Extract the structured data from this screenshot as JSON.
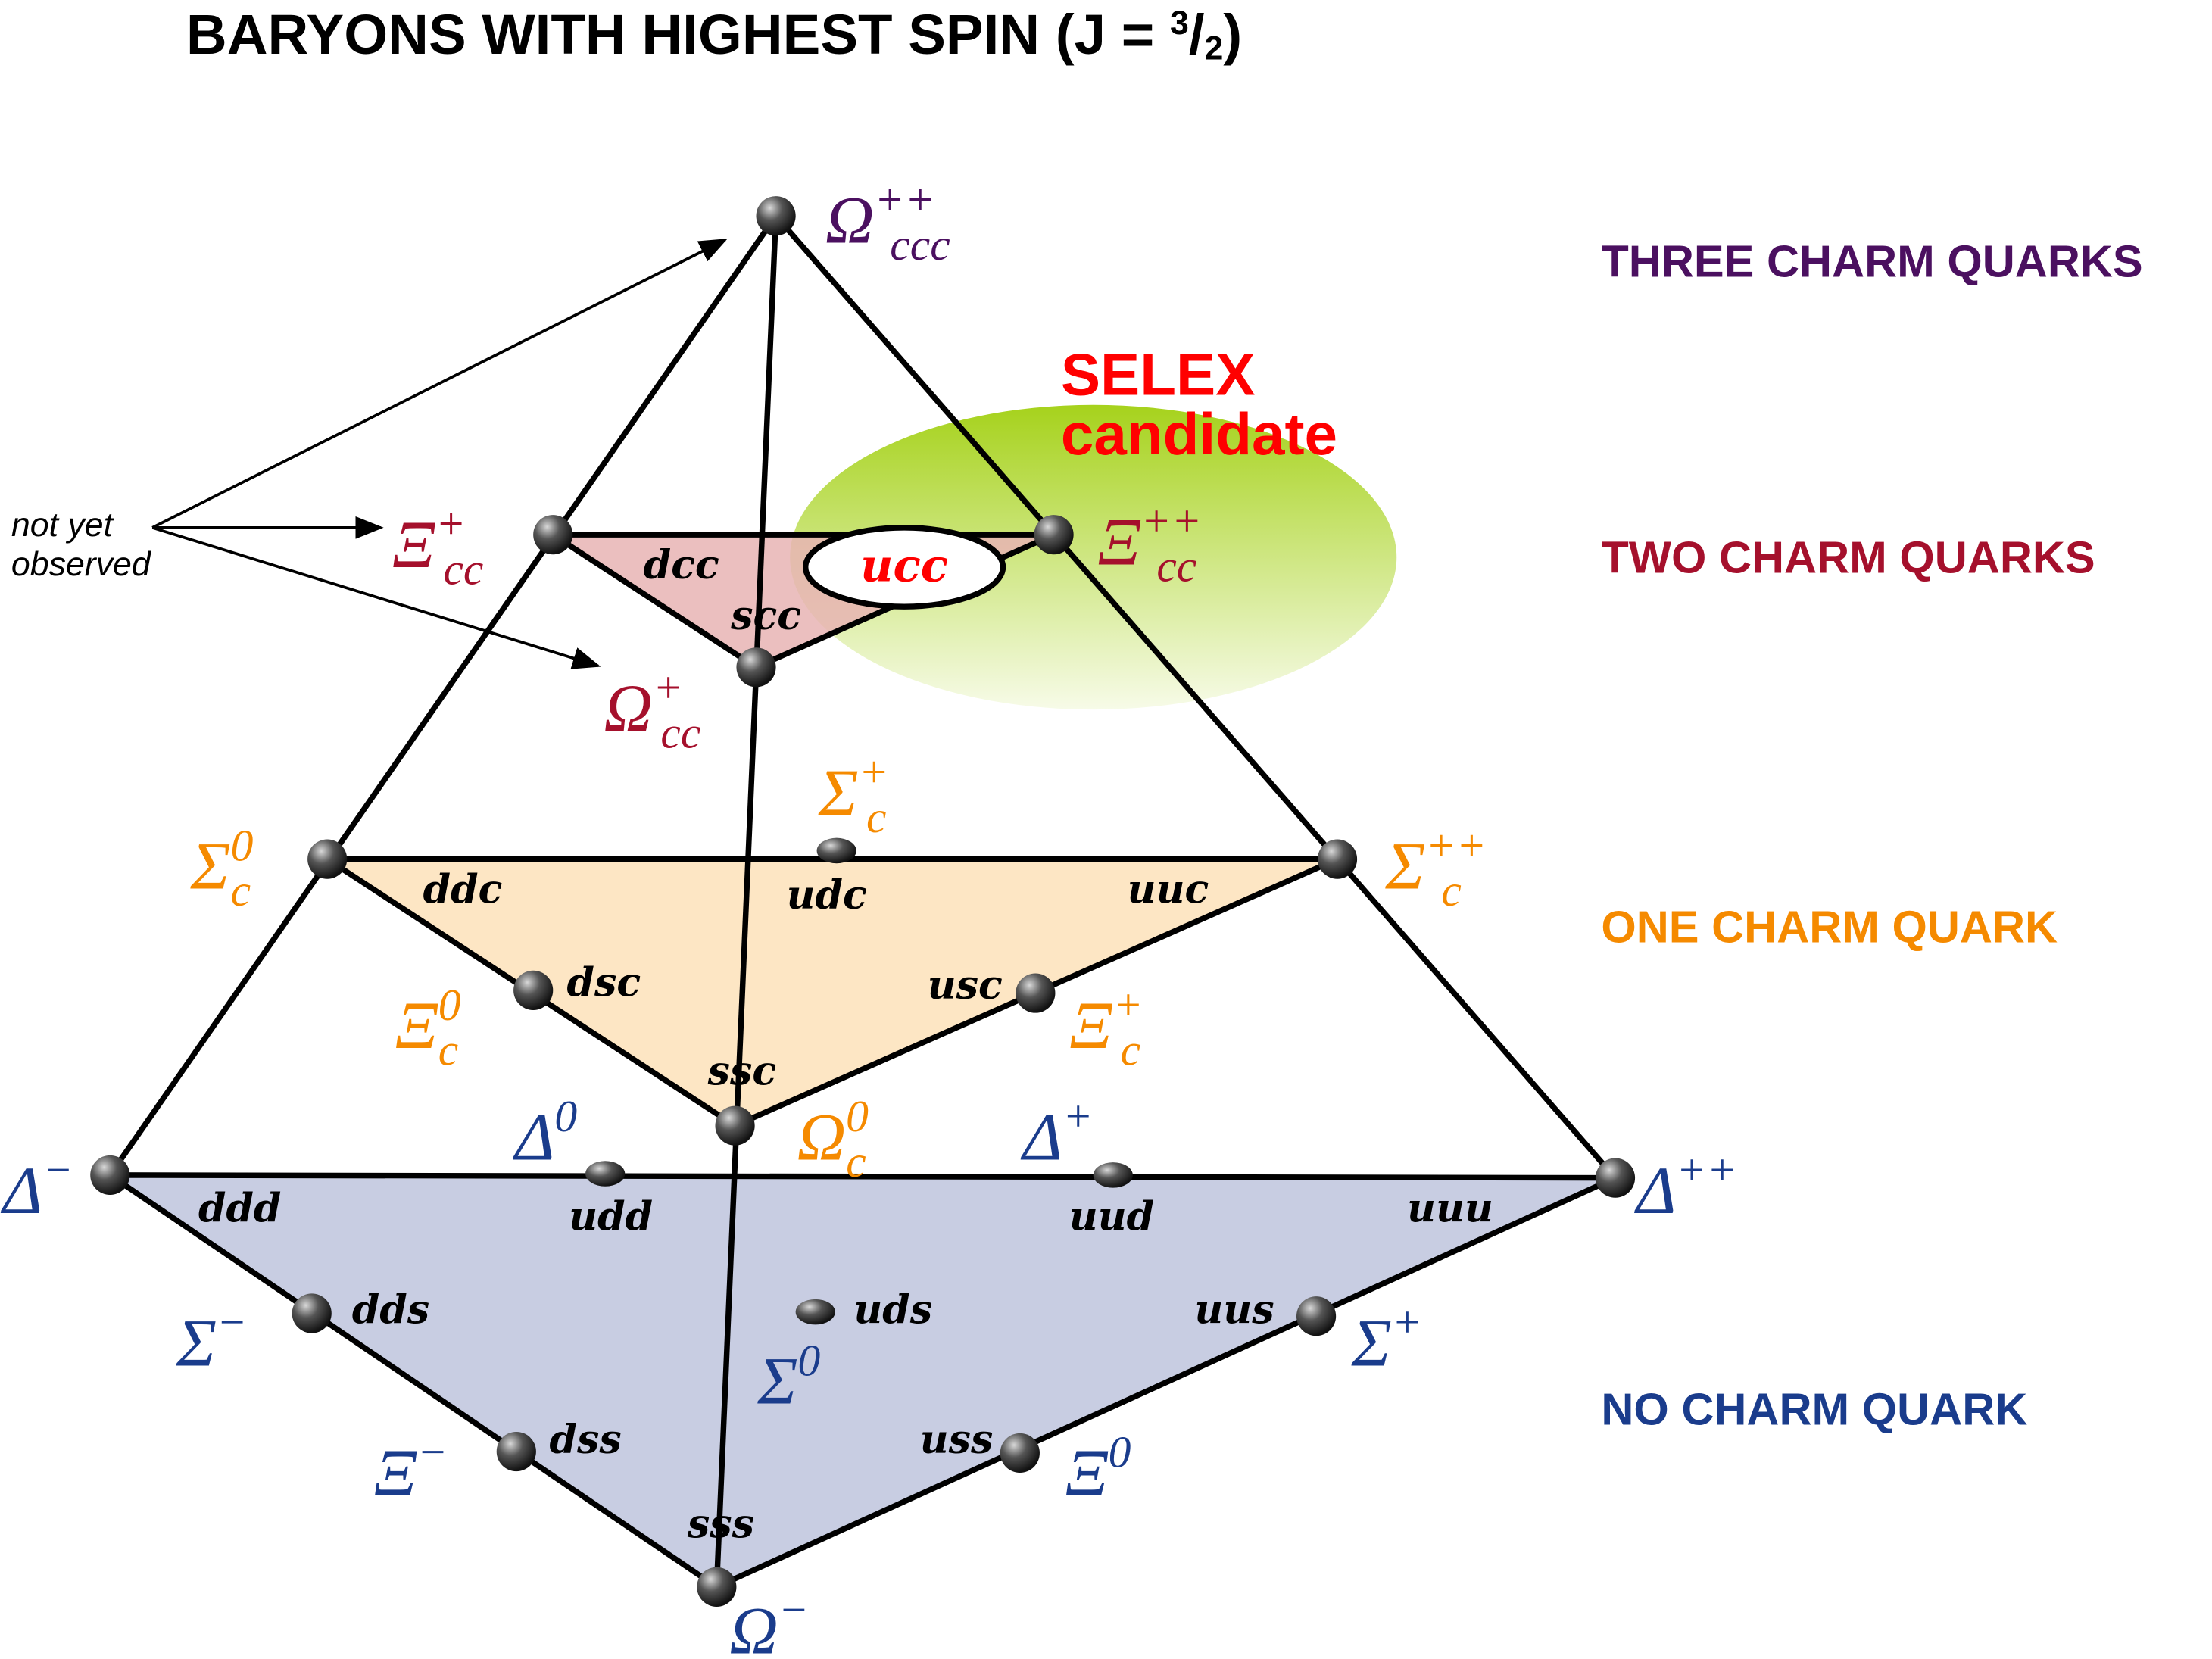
{
  "title": {
    "main": "BARYONS WITH HIGHEST SPIN (J = ",
    "num": "3",
    "slash": "/",
    "den": "2",
    "close": ")"
  },
  "levels": [
    {
      "label": "THREE CHARM QUARKS",
      "color": "#4b1060"
    },
    {
      "label": "TWO CHARM QUARKS",
      "color": "#a5102c"
    },
    {
      "label": "ONE CHARM QUARK",
      "color": "#f58a00"
    },
    {
      "label": "NO CHARM QUARK",
      "color": "#1a3c8c"
    }
  ],
  "annotation": {
    "line1": "not yet",
    "line2": "observed"
  },
  "selex": {
    "line1": "SELEX",
    "line2": "candidate",
    "highlight_quarks": "ucc"
  },
  "particles": [
    {
      "id": "omega_ccc",
      "symbol": "Ω",
      "sup": "++",
      "sub": "ccc",
      "level": 0
    },
    {
      "id": "xi_cc_p",
      "symbol": "Ξ",
      "sup": "+",
      "sub": "cc",
      "level": 1,
      "quarks": "dcc"
    },
    {
      "id": "xi_cc_pp",
      "symbol": "Ξ",
      "sup": "++",
      "sub": "cc",
      "level": 1
    },
    {
      "id": "omega_cc",
      "symbol": "Ω",
      "sup": "+",
      "sub": "cc",
      "level": 1,
      "quarks": "scc"
    },
    {
      "id": "sigma_c0",
      "symbol": "Σ",
      "sup": "0",
      "sub": "c",
      "level": 2,
      "quarks": "ddc"
    },
    {
      "id": "sigma_cp",
      "symbol": "Σ",
      "sup": "+",
      "sub": "c",
      "level": 2,
      "quarks": "udc"
    },
    {
      "id": "sigma_cpp",
      "symbol": "Σ",
      "sup": "++",
      "sub": "c",
      "level": 2,
      "quarks": "uuc"
    },
    {
      "id": "xi_c0",
      "symbol": "Ξ",
      "sup": "0",
      "sub": "c",
      "level": 2,
      "quarks": "dsc"
    },
    {
      "id": "xi_cp",
      "symbol": "Ξ",
      "sup": "+",
      "sub": "c",
      "level": 2,
      "quarks": "usc"
    },
    {
      "id": "omega_c0",
      "symbol": "Ω",
      "sup": "0",
      "sub": "c",
      "level": 2,
      "quarks": "ssc"
    },
    {
      "id": "delta_m",
      "symbol": "Δ",
      "sup": "−",
      "sub": "",
      "level": 3,
      "quarks": "ddd"
    },
    {
      "id": "delta_0",
      "symbol": "Δ",
      "sup": "0",
      "sub": "",
      "level": 3,
      "quarks": "udd"
    },
    {
      "id": "delta_p",
      "symbol": "Δ",
      "sup": "+",
      "sub": "",
      "level": 3,
      "quarks": "uud"
    },
    {
      "id": "delta_pp",
      "symbol": "Δ",
      "sup": "++",
      "sub": "",
      "level": 3,
      "quarks": "uuu"
    },
    {
      "id": "sigma_m",
      "symbol": "Σ",
      "sup": "−",
      "sub": "",
      "level": 3,
      "quarks": "dds"
    },
    {
      "id": "sigma_0",
      "symbol": "Σ",
      "sup": "0",
      "sub": "",
      "level": 3,
      "quarks": "uds"
    },
    {
      "id": "sigma_p",
      "symbol": "Σ",
      "sup": "+",
      "sub": "",
      "level": 3,
      "quarks": "uus"
    },
    {
      "id": "xi_m",
      "symbol": "Ξ",
      "sup": "−",
      "sub": "",
      "level": 3,
      "quarks": "dss"
    },
    {
      "id": "xi_0",
      "symbol": "Ξ",
      "sup": "0",
      "sub": "",
      "level": 3,
      "quarks": "uss"
    },
    {
      "id": "omega_m",
      "symbol": "Ω",
      "sup": "−",
      "sub": "",
      "level": 3,
      "quarks": "sss"
    }
  ]
}
